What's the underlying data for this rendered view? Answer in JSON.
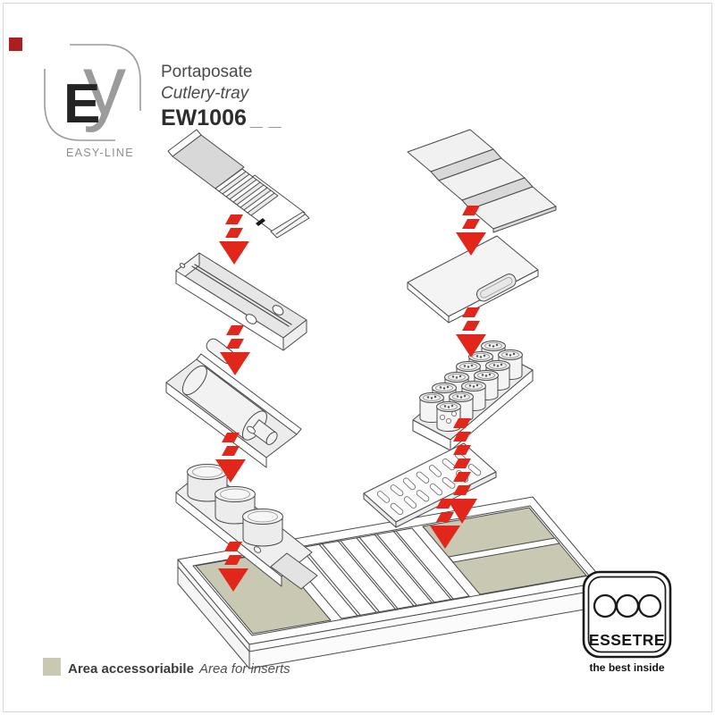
{
  "page": {
    "background": "#ffffff",
    "frame_color": "#d8d8d8",
    "corner_marker_color": "#ad1f1f"
  },
  "brand": {
    "letter_e": "E",
    "letter_y": "y",
    "tagline": "EASY-LINE",
    "gray": "#9b9b9b"
  },
  "header": {
    "title_it": "Portaposate",
    "title_en": "Cutlery-tray",
    "model": "EW1006",
    "model_suffix": "_ _"
  },
  "diagram": {
    "accent_red": "#e1271c",
    "insert_beige": "#c8c8b3",
    "line_color": "#4a4a4a",
    "parts": [
      "support-rail-insert",
      "sharpener-rail-insert",
      "rolling-pin-insert",
      "round-boxes-insert",
      "plate-holder-insert",
      "chopping-board-insert",
      "spice-jars-insert",
      "knife-holder-insert",
      "cutlery-tray-base"
    ],
    "arrows": 8
  },
  "legend": {
    "swatch_color": "#c8c8b3",
    "label_it": "Area accessoriabile",
    "label_en": "Area for inserts"
  },
  "footer_logo": {
    "name": "ESSETRE",
    "tagline": "the best inside"
  }
}
